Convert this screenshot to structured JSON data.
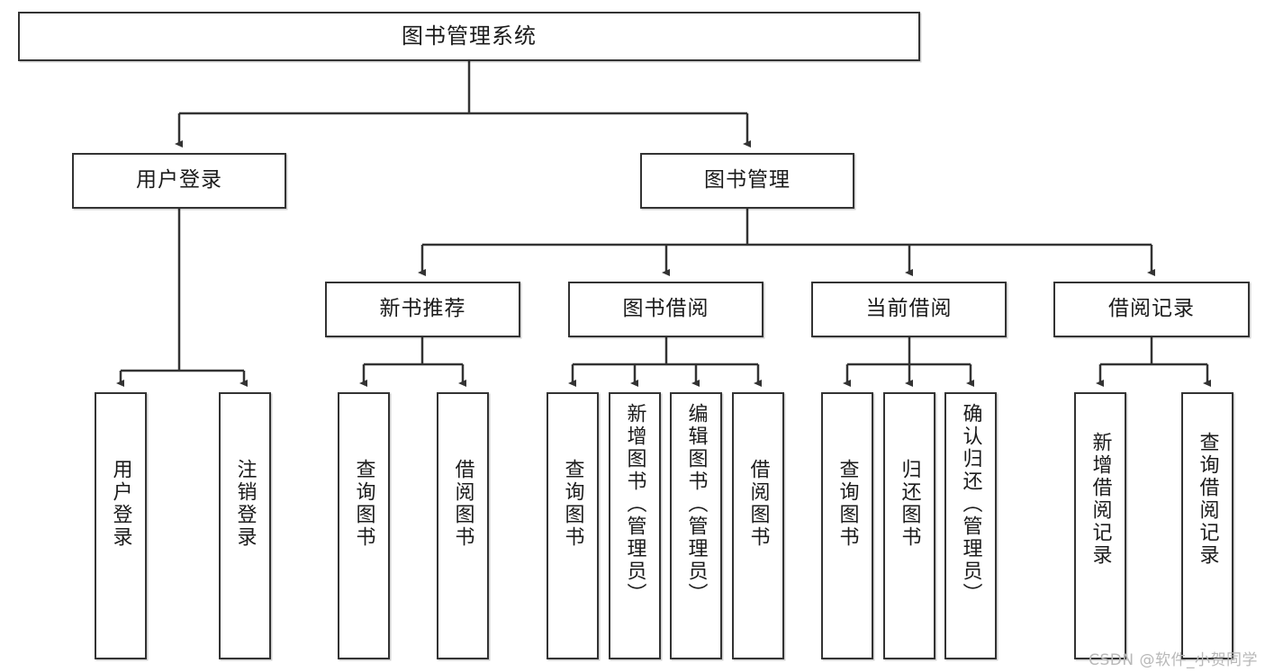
{
  "diagram": {
    "title": "图书管理系统",
    "watermark": "CSDN @软件_小贺同学",
    "accent_color": "#333333",
    "background_color": "#ffffff",
    "nodes": {
      "root": "图书管理系统",
      "user_login": "用户登录",
      "book_manage": "图书管理",
      "new_book_rec": "新书推荐",
      "book_borrow": "图书借阅",
      "current_borrow": "当前借阅",
      "borrow_record": "借阅记录",
      "leaf_user_login": "用户登录",
      "leaf_logout": "注销登录",
      "leaf_query_book_rec": "查询图书",
      "leaf_borrow_book_rec": "借阅图书",
      "leaf_query_book_borrow": "查询图书",
      "leaf_add_book": "新增图书（管理员）",
      "leaf_edit_book": "编辑图书（管理员）",
      "leaf_borrow_book": "借阅图书",
      "leaf_query_book_cur": "查询图书",
      "leaf_return_book": "归还图书",
      "leaf_confirm_return": "确认归还（管理员）",
      "leaf_add_record": "新增借阅记录",
      "leaf_query_record": "查询借阅记录"
    },
    "edges": [
      {
        "from": "root",
        "to": "user_login"
      },
      {
        "from": "root",
        "to": "book_manage"
      },
      {
        "from": "user_login",
        "to": "leaf_user_login"
      },
      {
        "from": "user_login",
        "to": "leaf_logout"
      },
      {
        "from": "book_manage",
        "to": "new_book_rec"
      },
      {
        "from": "book_manage",
        "to": "book_borrow"
      },
      {
        "from": "book_manage",
        "to": "current_borrow"
      },
      {
        "from": "book_manage",
        "to": "borrow_record"
      },
      {
        "from": "new_book_rec",
        "to": "leaf_query_book_rec"
      },
      {
        "from": "new_book_rec",
        "to": "leaf_borrow_book_rec"
      },
      {
        "from": "book_borrow",
        "to": "leaf_query_book_borrow"
      },
      {
        "from": "book_borrow",
        "to": "leaf_add_book"
      },
      {
        "from": "book_borrow",
        "to": "leaf_edit_book"
      },
      {
        "from": "book_borrow",
        "to": "leaf_borrow_book"
      },
      {
        "from": "current_borrow",
        "to": "leaf_query_book_cur"
      },
      {
        "from": "current_borrow",
        "to": "leaf_return_book"
      },
      {
        "from": "current_borrow",
        "to": "leaf_confirm_return"
      },
      {
        "from": "borrow_record",
        "to": "leaf_add_record"
      },
      {
        "from": "borrow_record",
        "to": "leaf_query_record"
      }
    ]
  }
}
